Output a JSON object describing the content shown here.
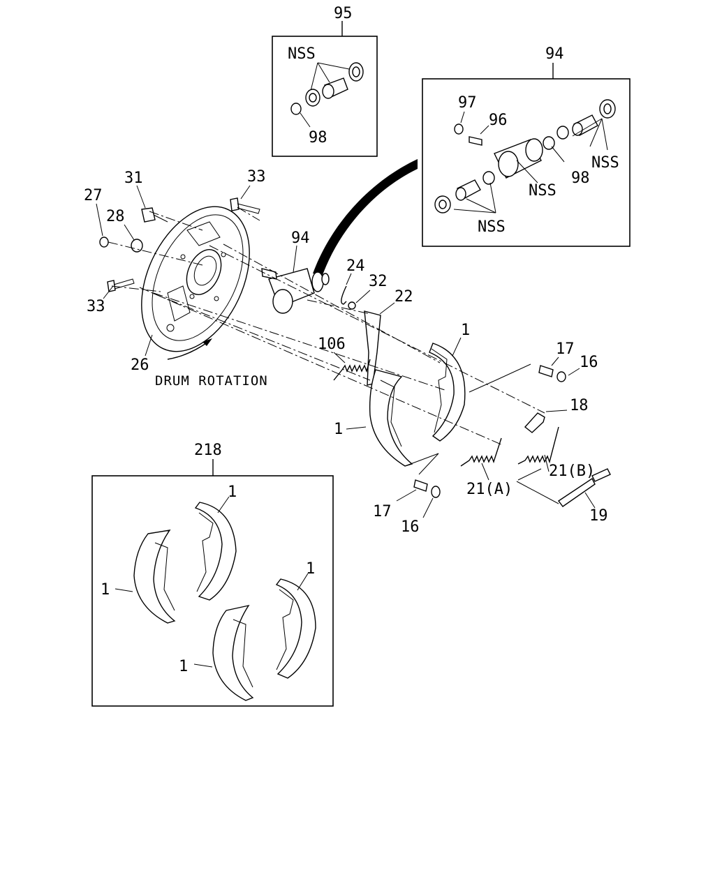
{
  "diagram": {
    "caption": "DRUM ROTATION",
    "nss": "NSS",
    "labels": {
      "l95": "95",
      "l94box": "94",
      "l97": "97",
      "l96": "96",
      "l98a": "98",
      "l98b": "98",
      "l31": "31",
      "l33a": "33",
      "l27": "27",
      "l28": "28",
      "l33b": "33",
      "l94": "94",
      "l24": "24",
      "l32": "32",
      "l22": "22",
      "l26": "26",
      "l106": "106",
      "l1a": "1",
      "l17a": "17",
      "l16a": "16",
      "l18": "18",
      "l1b": "1",
      "l21b": "21(B)",
      "l21a": "21(A)",
      "l17b": "17",
      "l16b": "16",
      "l19": "19",
      "l218": "218",
      "l1c": "1",
      "l1d": "1",
      "l1e": "1",
      "l1f": "1"
    }
  }
}
